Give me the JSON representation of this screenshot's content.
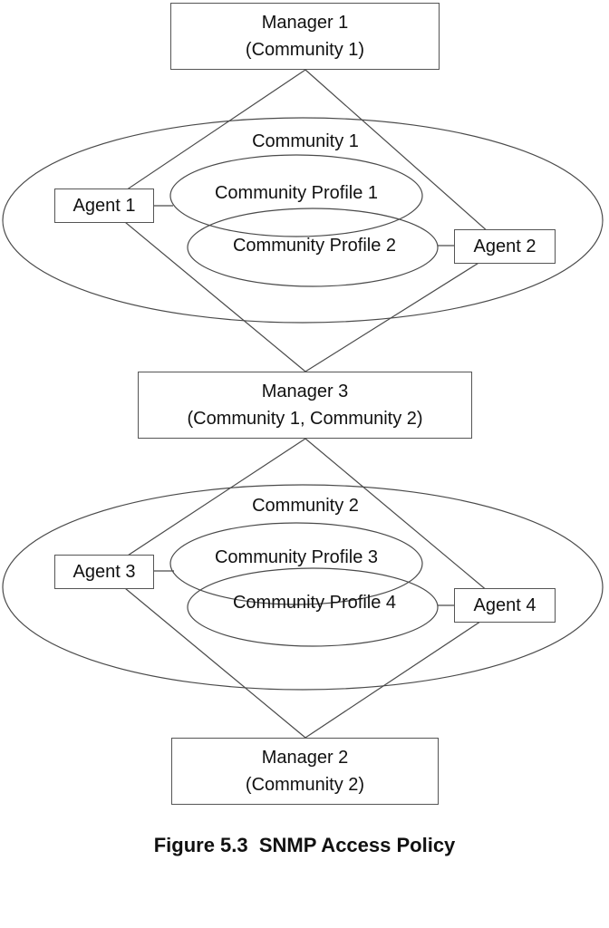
{
  "managers": [
    {
      "id": "manager-1",
      "line1": "Manager 1",
      "line2": "(Community 1)"
    },
    {
      "id": "manager-3",
      "line1": "Manager 3",
      "line2": "(Community 1, Community 2)"
    },
    {
      "id": "manager-2",
      "line1": "Manager 2",
      "line2": "(Community 2)"
    }
  ],
  "agents": [
    {
      "label": "Agent 1"
    },
    {
      "label": "Agent 2"
    },
    {
      "label": "Agent 3"
    },
    {
      "label": "Agent 4"
    }
  ],
  "communities": [
    {
      "label": "Community 1",
      "profiles": [
        {
          "label": "Community Profile 1"
        },
        {
          "label": "Community Profile 2"
        }
      ]
    },
    {
      "label": "Community 2",
      "profiles": [
        {
          "label": "Community Profile 3"
        },
        {
          "label": "Community Profile 4"
        }
      ]
    }
  ],
  "caption": "Figure 5.3  SNMP Access Policy",
  "colors": {
    "line": "#4a4a4a",
    "box_border": "#555555",
    "text": "#111111",
    "background": "#ffffff"
  }
}
